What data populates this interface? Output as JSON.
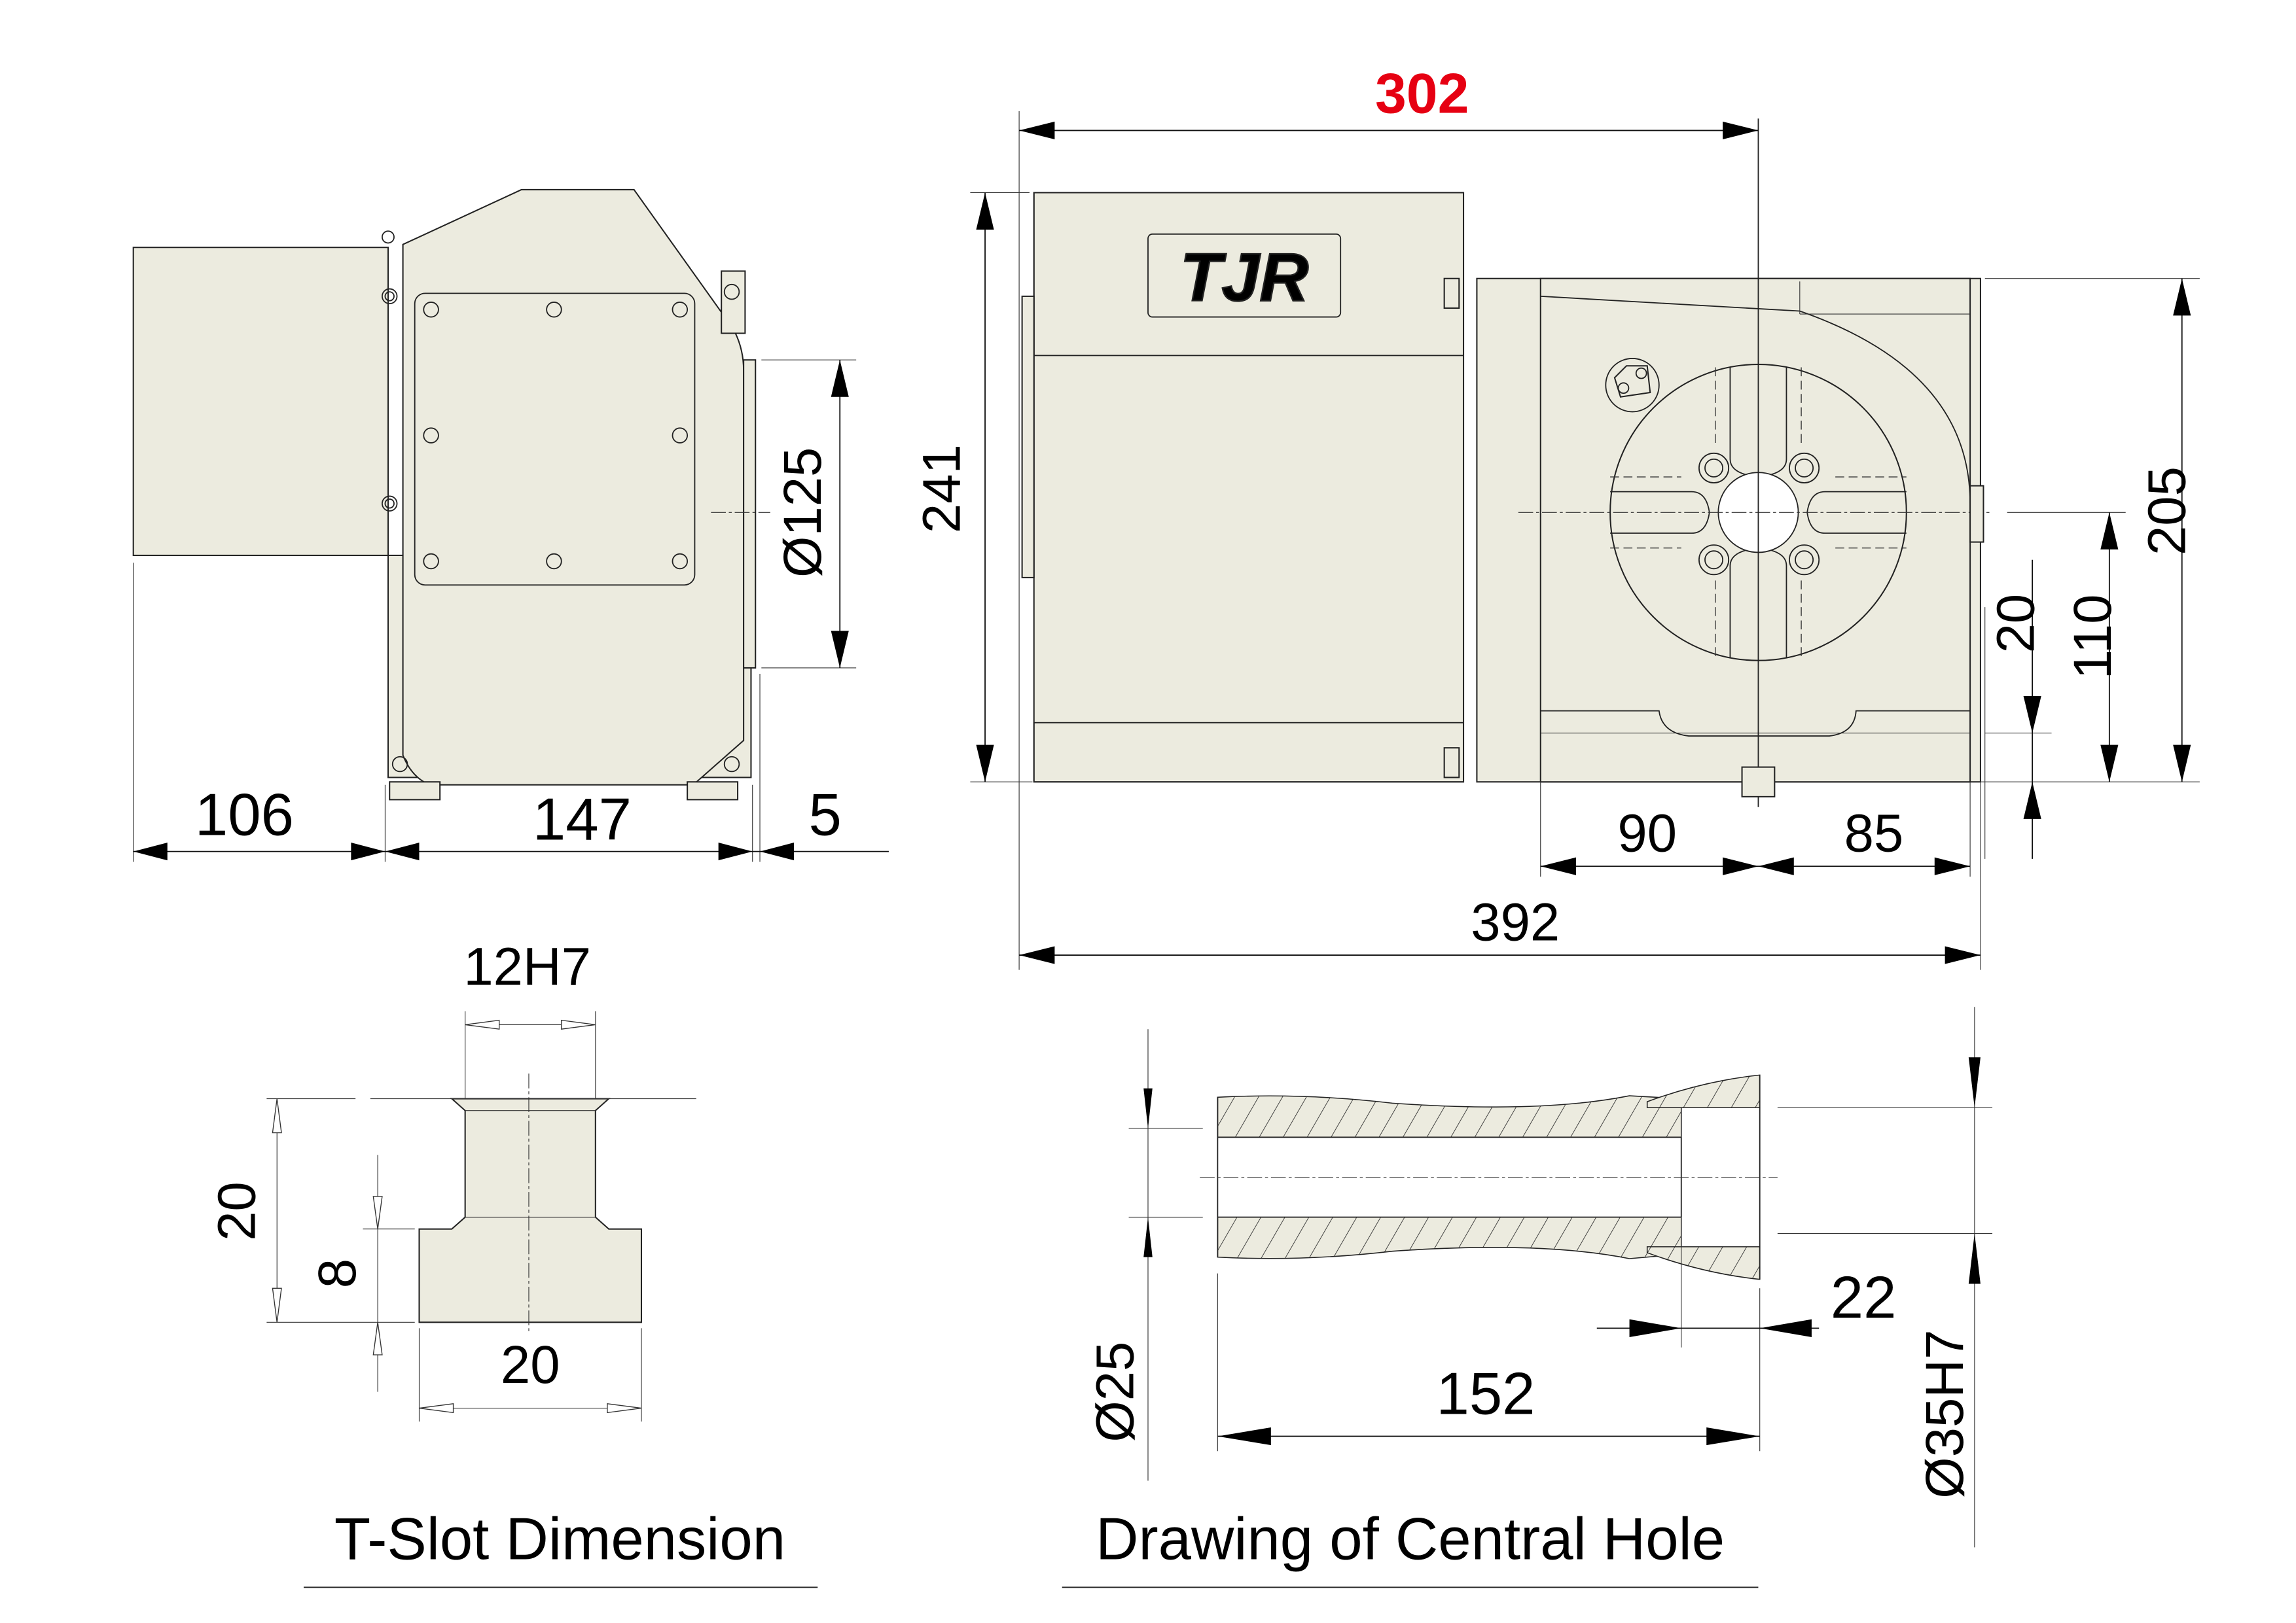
{
  "drawing": {
    "brand_logo": "TJR",
    "fill_color": "#ecebdf",
    "highlight_color": "#e60012"
  },
  "side_view": {
    "dims": {
      "motor_length": "106",
      "body_width": "147",
      "face_offset": "5",
      "faceplate_diameter": "Ø125"
    }
  },
  "front_view": {
    "dims": {
      "overall_height_with_motor": "302",
      "total_height": "241",
      "table_height": "205",
      "center_height": "110",
      "key_height": "20",
      "left_to_center": "90",
      "center_to_right": "85",
      "overall_length": "392"
    }
  },
  "tslot": {
    "title": "T-Slot Dimension",
    "dims": {
      "slot_width": "12H7",
      "total_depth": "20",
      "base_height": "8",
      "base_width": "20"
    }
  },
  "central_hole": {
    "title": "Drawing of Central Hole",
    "dims": {
      "bore_diameter": "Ø25",
      "length": "152",
      "counterbore_depth": "22",
      "counterbore_diameter": "Ø35H7"
    }
  }
}
